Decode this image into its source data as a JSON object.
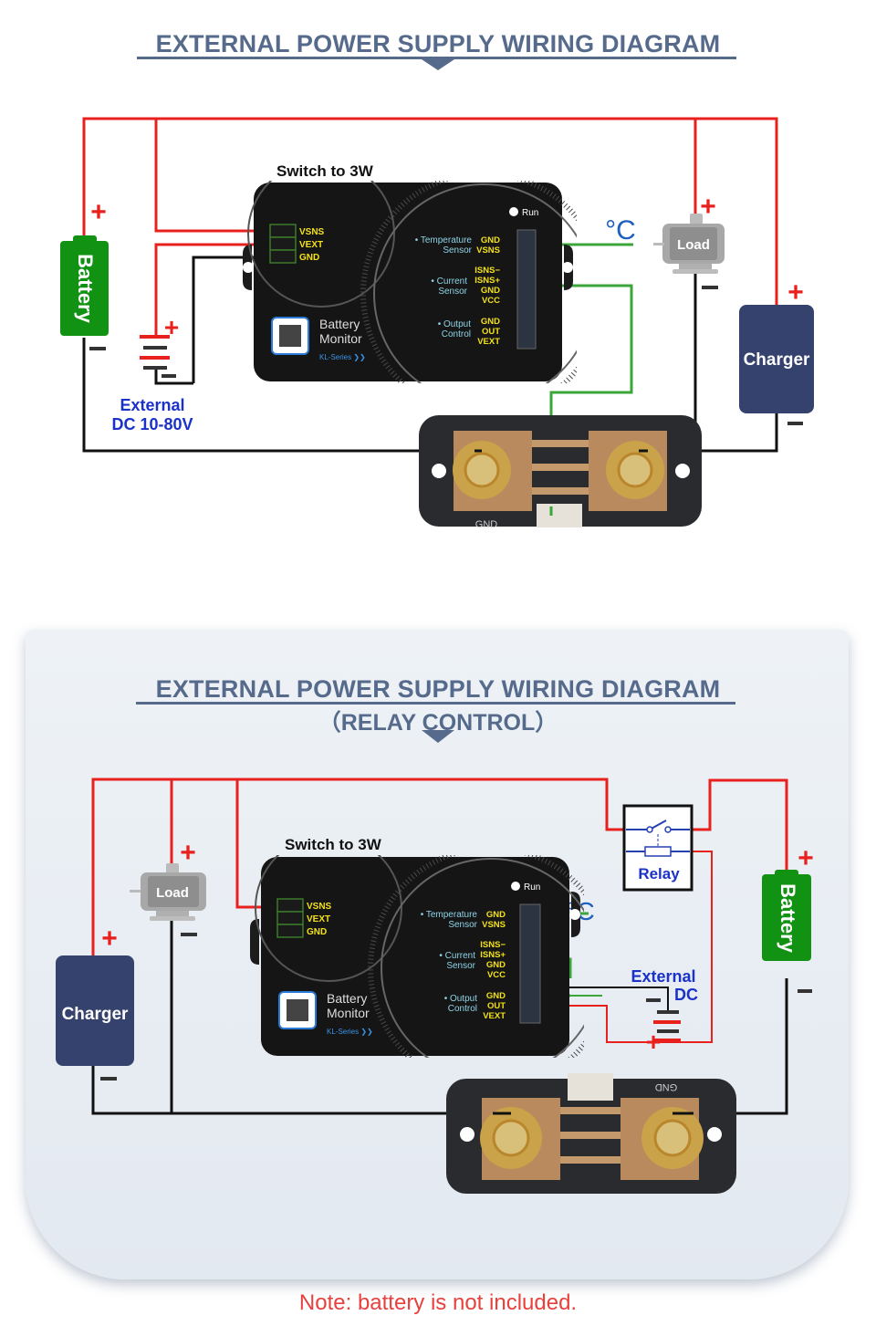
{
  "colors": {
    "title": "#566b8c",
    "wire_positive": "#e8201e",
    "wire_negative": "#111111",
    "wire_signal": "#3aa63a",
    "battery": "#129212",
    "charger": "#35426e",
    "label_blue": "#1b32c8",
    "pin_label": "#f2e11a",
    "note": "#e8403d"
  },
  "diagram1": {
    "title": "EXTERNAL POWER SUPPLY WIRING DIAGRAM",
    "switch_label": "Switch to 3W",
    "battery_label": "Battery",
    "charger_label": "Charger",
    "load_label": "Load",
    "temp_unit": "°C",
    "ext_dc_label_line1": "External",
    "ext_dc_label_line2": "DC 10-80V",
    "plus": "+",
    "minus": "−",
    "shunt_gnd": "GND"
  },
  "diagram2": {
    "title": "EXTERNAL POWER SUPPLY WIRING DIAGRAM",
    "subtitle": "（RELAY CONTROL）",
    "switch_label": "Switch to 3W",
    "battery_label": "Battery",
    "charger_label": "Charger",
    "load_label": "Load",
    "relay_label": "Relay",
    "temp_unit": "°C",
    "ext_dc_label_line1": "External",
    "ext_dc_label_line2": "DC",
    "plus": "+",
    "minus": "−",
    "shunt_gnd": "GND"
  },
  "monitor": {
    "brand_line1": "Battery",
    "brand_line2": "Monitor",
    "series": "KL-Series ❯❯",
    "run_label": "Run",
    "power_pins": [
      "VSNS",
      "VEXT",
      "GND"
    ],
    "groups": [
      {
        "name_line1": "• Temperature",
        "name_line2": "Sensor",
        "pins": [
          "GND",
          "VSNS"
        ]
      },
      {
        "name_line1": "• Current",
        "name_line2": "Sensor",
        "pins": [
          "ISNS−",
          "ISNS+",
          "GND",
          "VCC"
        ]
      },
      {
        "name_line1": "• Output",
        "name_line2": "Control",
        "pins": [
          "GND",
          "OUT",
          "VEXT"
        ]
      }
    ]
  },
  "note": "Note: battery is not included."
}
